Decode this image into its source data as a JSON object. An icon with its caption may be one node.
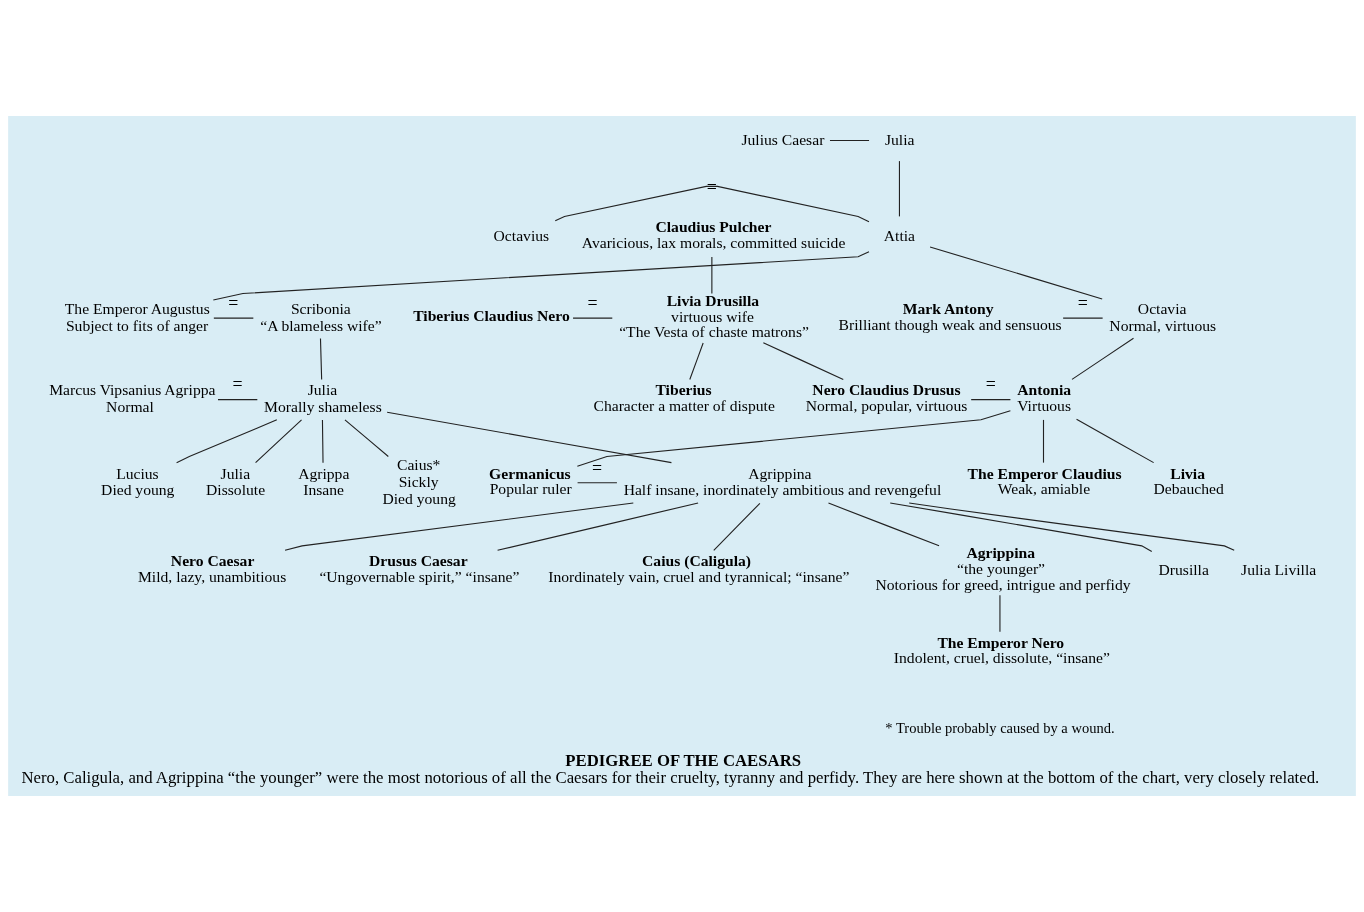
{
  "diagram": {
    "title": "PEDIGREE OF THE CAESARS",
    "caption": "Nero, Caligula, and Agrippina “the younger” were the most notorious of all the Caesars for their cruelty, tyranny and perfidy. They are here shown at the bottom of the chart, very closely related.",
    "nodes": [
      {
        "text": [
          "Julius Caesar"
        ]
      },
      {
        "text": [
          "Julia"
        ]
      },
      {
        "text": [
          "Octavius"
        ]
      },
      {
        "text": [
          "Attia"
        ]
      },
      {
        "text": [
          "Claudius Pulcher",
          "Avaricious, lax morals, committed suicide"
        ]
      },
      {
        "text": [
          "Tiberius Claudius Nero"
        ]
      },
      {
        "text": [
          "Livia Drusilla",
          "virtuous wife",
          "“The Vesta of chaste matrons”"
        ]
      },
      {
        "text": [
          "Mark Antony",
          "Brilliant though weak and sensuous"
        ]
      },
      {
        "text": [
          "Octavia",
          "Normal, virtuous"
        ]
      },
      {
        "text": [
          "The Emperor Augustus",
          "Subject to fits of anger"
        ]
      },
      {
        "text": [
          "Scribonia",
          "“A blameless wife”"
        ]
      },
      {
        "text": [
          "Tiberius",
          "Character a matter of dispute"
        ]
      },
      {
        "text": [
          "Nero Claudius Drusus",
          "Normal, popular, virtuous"
        ]
      },
      {
        "text": [
          "Antonia",
          "Virtuous"
        ]
      },
      {
        "text": [
          "Marcus Vipsanius Agrippa",
          "Normal"
        ]
      },
      {
        "text": [
          "Julia",
          "Morally shameless"
        ]
      },
      {
        "text": [
          "The Emperor Claudius",
          "Weak, amiable"
        ]
      },
      {
        "text": [
          "Livia",
          "Debauched"
        ]
      },
      {
        "text": [
          "Germanicus",
          "Popular ruler"
        ]
      },
      {
        "text": [
          "Agrippina",
          "Half insane, inordinately ambitious and revengeful"
        ]
      },
      {
        "text": [
          "Agrippa",
          "Insane"
        ]
      },
      {
        "text": [
          "Caius*",
          "Sickly",
          "Died young"
        ]
      },
      {
        "text": [
          "Lucius",
          "Died young"
        ]
      },
      {
        "text": [
          "Julia",
          "Dissolute"
        ]
      },
      {
        "text": [
          "Nero Caesar",
          "Mild, lazy, unambitious"
        ]
      },
      {
        "text": [
          "Drusus Caesar",
          "“Ungovernable spirit,” “insane”"
        ]
      },
      {
        "text": [
          "Caius (Caligula)",
          "Inordinately vain, cruel and tyrannical; “insane”"
        ]
      },
      {
        "text": [
          "Agrippina",
          "“the younger”",
          "Notorious for greed, intrigue and perfidy"
        ]
      },
      {
        "text": [
          "Drusilla"
        ]
      },
      {
        "text": [
          "Julia Livilla"
        ]
      },
      {
        "text": [
          "The Emperor Nero",
          "Indolent, cruel, dissolute, “insane”"
        ]
      }
    ],
    "edges": [
      {
        "from": 0,
        "to": 1,
        "arrow": "none"
      },
      {
        "from": 1,
        "to": 3,
        "arrow": "none"
      },
      {
        "from": 2,
        "to": 3,
        "arrow": "none",
        "label": "="
      },
      {
        "from": 3,
        "to": 8,
        "arrow": "none"
      },
      {
        "from": 3,
        "to": 9,
        "arrow": "none"
      },
      {
        "from": 4,
        "to": 6,
        "arrow": "none"
      },
      {
        "from": 5,
        "to": 6,
        "arrow": "none",
        "label": "="
      },
      {
        "from": 6,
        "to": 11,
        "arrow": "none"
      },
      {
        "from": 6,
        "to": 12,
        "arrow": "none"
      },
      {
        "from": 7,
        "to": 8,
        "arrow": "none",
        "label": "="
      },
      {
        "from": 8,
        "to": 13,
        "arrow": "none"
      },
      {
        "from": 9,
        "to": 10,
        "arrow": "none",
        "label": "="
      },
      {
        "from": 10,
        "to": 15,
        "arrow": "none"
      },
      {
        "from": 12,
        "to": 13,
        "arrow": "none",
        "label": "="
      },
      {
        "from": 13,
        "to": 16,
        "arrow": "none"
      },
      {
        "from": 13,
        "to": 17,
        "arrow": "none"
      },
      {
        "from": 13,
        "to": 18,
        "arrow": "none"
      },
      {
        "from": 14,
        "to": 15,
        "arrow": "none",
        "label": "="
      },
      {
        "from": 15,
        "to": 19,
        "arrow": "none"
      },
      {
        "from": 15,
        "to": 20,
        "arrow": "none"
      },
      {
        "from": 15,
        "to": 21,
        "arrow": "none"
      },
      {
        "from": 15,
        "to": 22,
        "arrow": "none"
      },
      {
        "from": 15,
        "to": 23,
        "arrow": "none"
      },
      {
        "from": 18,
        "to": 19,
        "arrow": "none",
        "label": "="
      },
      {
        "from": 19,
        "to": 24,
        "arrow": "none"
      },
      {
        "from": 19,
        "to": 25,
        "arrow": "none"
      },
      {
        "from": 19,
        "to": 26,
        "arrow": "none"
      },
      {
        "from": 19,
        "to": 27,
        "arrow": "none"
      },
      {
        "from": 19,
        "to": 28,
        "arrow": "none"
      },
      {
        "from": 19,
        "to": 29,
        "arrow": "none"
      },
      {
        "from": 27,
        "to": 30,
        "arrow": "none"
      }
    ],
    "labels": [
      "* Trouble probably caused by a wound."
    ]
  }
}
